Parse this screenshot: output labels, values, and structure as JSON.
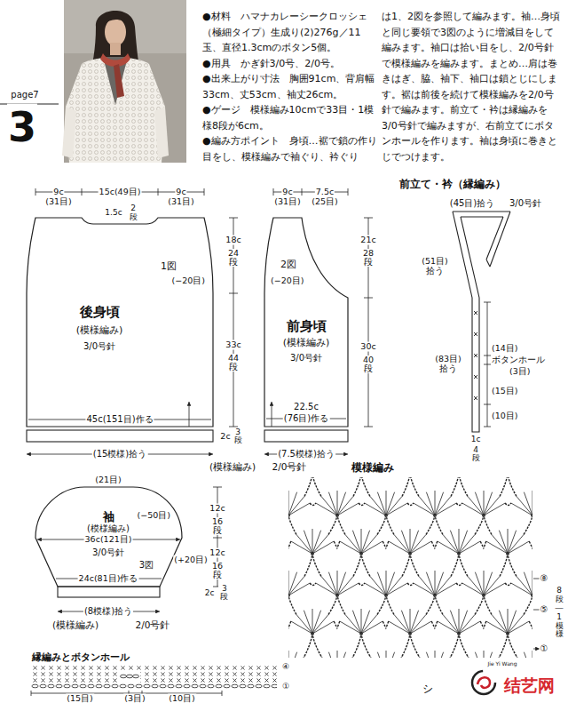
{
  "diagram": {
    "nodes": [
      {
        "text": [
          "1図",
          "後身頃",
          "(模様編み)",
          "3/0号針"
        ]
      },
      {
        "text": [
          "2図",
          "前身頃",
          "(模様編み)",
          "3/0号針"
        ]
      },
      {
        "text": [
          "袖",
          "(模様編み)",
          "3/0号針",
          "3図"
        ]
      }
    ],
    "labels": [
      "page7",
      "3",
      "●材料　ハマナカレーシークロッシェ（極細タイプ）生成り(2)276g／11玉、直径1.3cmのボタン5個。",
      "●用具　かぎ針3/0号、2/0号。",
      "●出来上がり寸法　胸囲91cm、背肩幅33cm、丈53cm、袖丈26cm。",
      "●ゲージ　模様編み10cmで33目・1模様8段が6cm。",
      "●編み方ポイント　身頃…裾で鎖の作り目をし、模様編みで袖ぐり、衿ぐり",
      "は1、2図を参照して編みます。袖…身頃と同じ要領で3図のように増減目をして編みます。袖口は拾い目をし、2/0号針で模様編みを編みます。まとめ…肩は巻きはぎ、脇、袖下、袖口は鎖とじにします。裾は前後を続けて模様編みを2/0号針で編みます。前立て・衿は縁編みを3/0号針で編みますが、右前立てにボタンホールを作ります。袖は身頃に巻きとじでつけます。",
      "9c",
      "(31目)",
      "15c(49目)",
      "9c",
      "(31目)",
      "1.5c",
      "2段",
      "18c",
      "24段",
      "(−20目)",
      "33c",
      "44段",
      "45c(151目)作る",
      "9c",
      "(31目)",
      "7.5c",
      "(25目)",
      "21c",
      "28段",
      "(−20目)",
      "30c",
      "40段",
      "22.5c",
      "(76目)作る",
      "2c",
      "3段",
      "(15模様)拾う",
      "(7.5模様)拾う",
      "(模様編み)",
      "2/0号針",
      "前立て・衿（縁編み）",
      "(45目)拾う",
      "3/0号針",
      "(51目)拾う",
      "(83目)拾う",
      "(14目)",
      "ボタンホール",
      "(3目)",
      "(15目)",
      "(10目)",
      "1c",
      "4段",
      "(21目)",
      "(−50目)",
      "36c(121目)",
      "24c(81目)作る",
      "12c",
      "16段",
      "(+20目)",
      "12c",
      "16段",
      "2c",
      "3段",
      "(8模様)拾う",
      "(模様編み)",
      "2/0号針",
      "模様編み",
      "⑧",
      "⑤",
      "①",
      "8段―1模様",
      "縁編みとボタンホール",
      "④",
      "①",
      "(15目)",
      "(3目)",
      "(10目)",
      "シ",
      "Jie Yi Wang",
      "结艺网"
    ]
  }
}
